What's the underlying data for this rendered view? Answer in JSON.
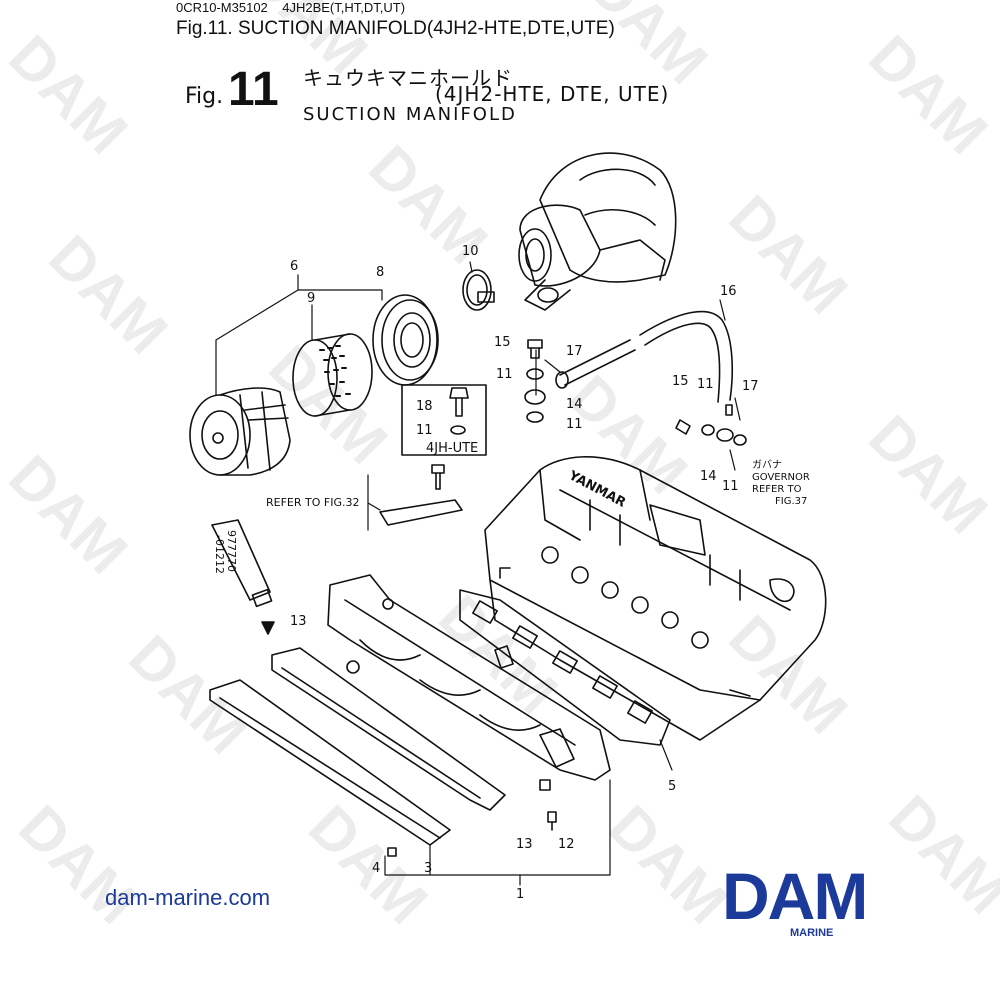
{
  "header": {
    "doc_code": "0CR10-M35102",
    "engine_models": "4JH2BE(T,HT,DT,UT)",
    "figure_title": "Fig.11.  SUCTION MANIFOLD(4JH2-HTE,DTE,UTE)"
  },
  "figure": {
    "fig_word": "Fig.",
    "fig_number": "11",
    "jp_title": "キュウキマニホールド",
    "models": "(4JH2-HTE, DTE, UTE)",
    "en_title": "SUCTION MANIFOLD"
  },
  "callouts": {
    "c1": "1",
    "c3": "3",
    "c4": "4",
    "c5": "5",
    "c6": "6",
    "c8": "8",
    "c9": "9",
    "c10": "10",
    "c11a": "11",
    "c11b": "11",
    "c11c": "11",
    "c11d": "11",
    "c11e": "11",
    "c12": "12",
    "c13a": "13",
    "c13b": "13",
    "c14a": "14",
    "c14b": "14",
    "c15a": "15",
    "c15b": "15",
    "c16": "16",
    "c17a": "17",
    "c17b": "17",
    "c18": "18"
  },
  "notes": {
    "ute_box": "4JH-UTE",
    "refer_32": "REFER TO FIG.32",
    "governor_jp": "ガバナ",
    "governor": "GOVERNOR",
    "refer_to": "REFER TO",
    "fig_37": "FIG.37",
    "tube_code_1": "977770",
    "tube_code_2": "-01212",
    "yanmar": "YANMAR"
  },
  "footer": {
    "website": "dam-marine.com",
    "logo": "DAM",
    "logo_sub": "MARINE",
    "watermark": "DAM"
  },
  "colors": {
    "brand": "#1b3a9a",
    "line": "#111111"
  }
}
